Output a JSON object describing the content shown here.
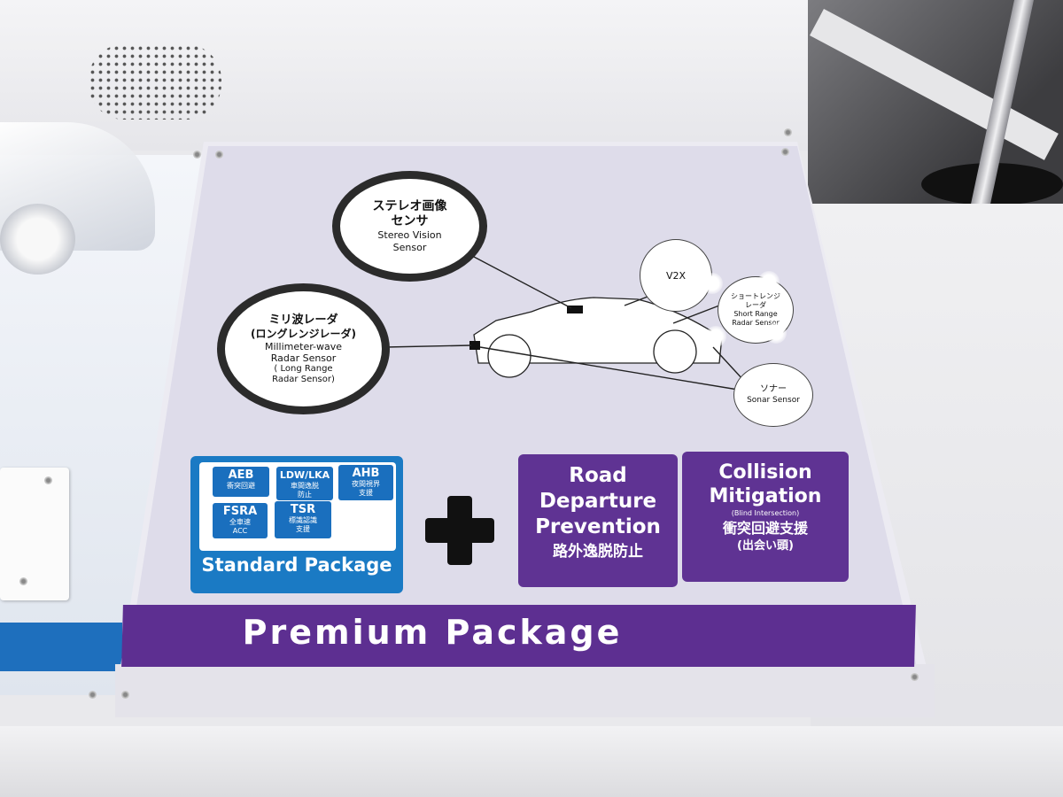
{
  "sensors": {
    "stereo": {
      "jp_line1": "ステレオ画像",
      "jp_line2": "センサ",
      "en_line1": "Stereo Vision",
      "en_line2": "Sensor"
    },
    "radar": {
      "jp_line1": "ミリ波レーダ",
      "jp_line2": "(ロングレンジレーダ)",
      "en_line1": "Millimeter-wave",
      "en_line2": "Radar Sensor",
      "en_line3": "( Long Range",
      "en_line4": "Radar Sensor)"
    },
    "v2x": {
      "label": "V2X"
    },
    "short_range": {
      "jp_line1": "ショートレンジ",
      "jp_line2": "レーダ",
      "en_line1": "Short Range",
      "en_line2": "Radar Sensor"
    },
    "sonar": {
      "jp": "ソナー",
      "en": "Sonar Sensor"
    }
  },
  "standard_package": {
    "label": "Standard Package",
    "tiles": [
      {
        "title": "AEB",
        "sub1": "衝突回避",
        "sub2": ""
      },
      {
        "title": "LDW/LKA",
        "sub1": "車間逸脱",
        "sub2": "防止"
      },
      {
        "title": "AHB",
        "sub1": "夜間視界",
        "sub2": "支援"
      },
      {
        "title": "FSRA",
        "sub1": "全車速",
        "sub2": "ACC"
      },
      {
        "title": "TSR",
        "sub1": "標識認識",
        "sub2": "支援"
      }
    ]
  },
  "road_departure": {
    "line1": "Road",
    "line2": "Departure",
    "line3": "Prevention",
    "jp": "路外逸脱防止"
  },
  "collision": {
    "line1": "Collision",
    "line2": "Mitigation",
    "note": "(Blind Intersection)",
    "jp_line1": "衝突回避支援",
    "jp_line2": "(出会い頭)"
  },
  "premium_label": "Premium Package",
  "colors": {
    "premium_purple": "#5d2f91",
    "standard_blue": "#1a7ac4",
    "board": "#dedcea"
  }
}
